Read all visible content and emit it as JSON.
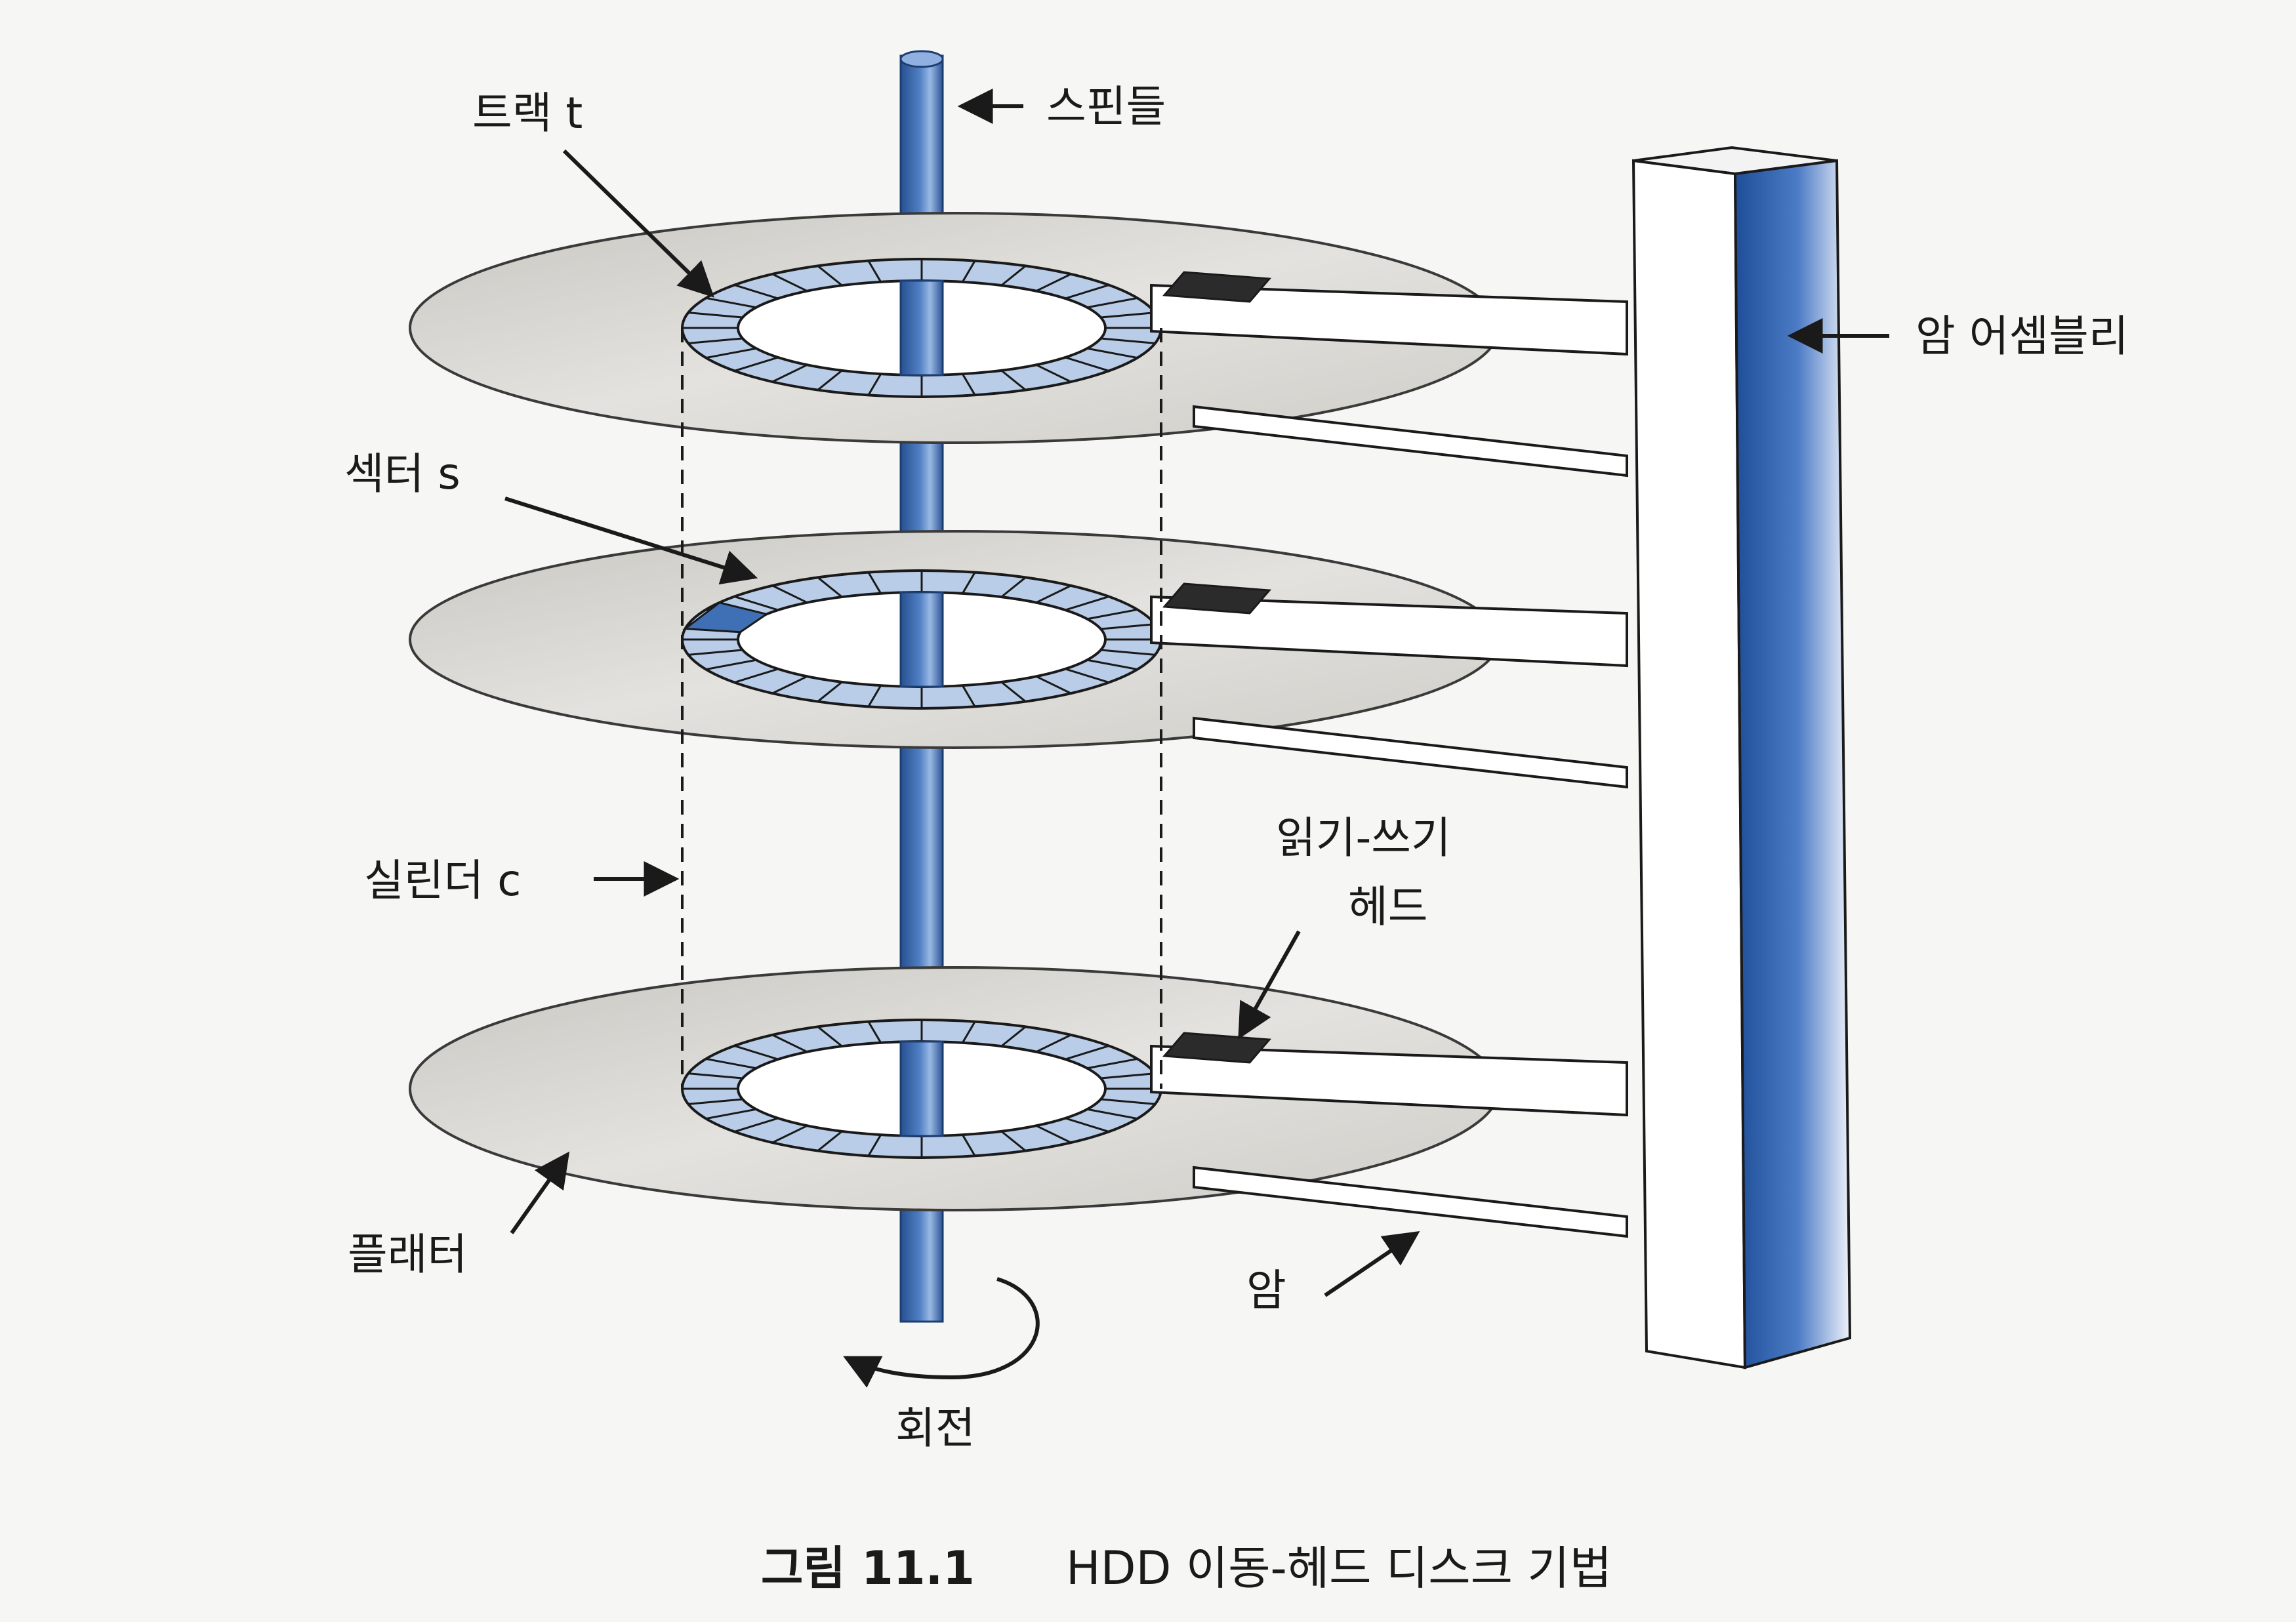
{
  "labels": {
    "track": "트랙 t",
    "spindle": "스핀들",
    "arm_assembly": "암 어셈블리",
    "sector": "섹터 s",
    "cylinder": "실린더 c",
    "read_write_head_line1": "읽기-쓰기",
    "read_write_head_line2": "헤드",
    "platter": "플래터",
    "arm": "암",
    "rotation": "회전"
  },
  "caption": {
    "number": "그림 11.1",
    "title": "HDD 이동-헤드 디스크 기법"
  },
  "colors": {
    "spindle": "#3f6fb4",
    "spindle_highlight": "#8fb0e0",
    "platter": "#d9d7d3",
    "platter_edge": "#3a3a3a",
    "track": "#b9cde8",
    "arm_column": "#2f5fa8",
    "line": "#1a1a1a"
  }
}
